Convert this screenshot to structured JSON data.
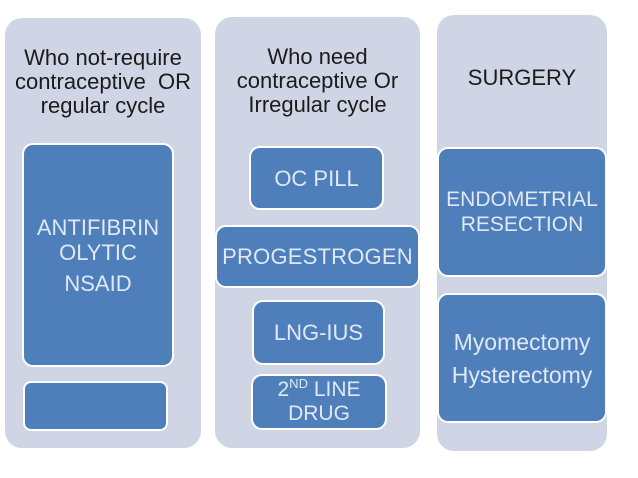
{
  "slide": {
    "type": "three-column treatment options diagram",
    "colors": {
      "page_background": "#ffffff",
      "column_background": "#cfd5e4",
      "box_background": "#4e7fbb",
      "box_border": "#ffffff",
      "box_text": "#dfe8f4",
      "header_text": "#1b1b1b"
    }
  },
  "columns": [
    {
      "id": "no-contraceptive-regular-cycle",
      "header": {
        "line1": "Who not-require",
        "line2": "contraceptive  OR",
        "line3": "regular cycle"
      },
      "boxes": {
        "antifibrinolytic": {
          "line1": "ANTIFIBRIN",
          "line2": "OLYTIC",
          "line3": "NSAID"
        },
        "empty": {
          "label": ""
        }
      }
    },
    {
      "id": "need-contraceptive-irregular-cycle",
      "header": {
        "line1": "Who need",
        "line2": "contraceptive Or",
        "line3": "Irregular cycle"
      },
      "boxes": {
        "oc_pill": {
          "label": "OC PILL"
        },
        "progestrogen": {
          "label": "PROGESTROGEN"
        },
        "lng_ius": {
          "label": "LNG-IUS"
        },
        "second_line_drug": {
          "num": "2",
          "sup": "ND",
          "line1_rest": " LINE",
          "line2": "DRUG"
        }
      }
    },
    {
      "id": "surgery",
      "header": {
        "line1": "SURGERY"
      },
      "boxes": {
        "endometrial_resection": {
          "line1": "ENDOMETRIAL",
          "line2": "RESECTION"
        },
        "myomectomy_hysterectomy": {
          "line1": "Myomectomy",
          "line2": "Hysterectomy"
        }
      }
    }
  ]
}
